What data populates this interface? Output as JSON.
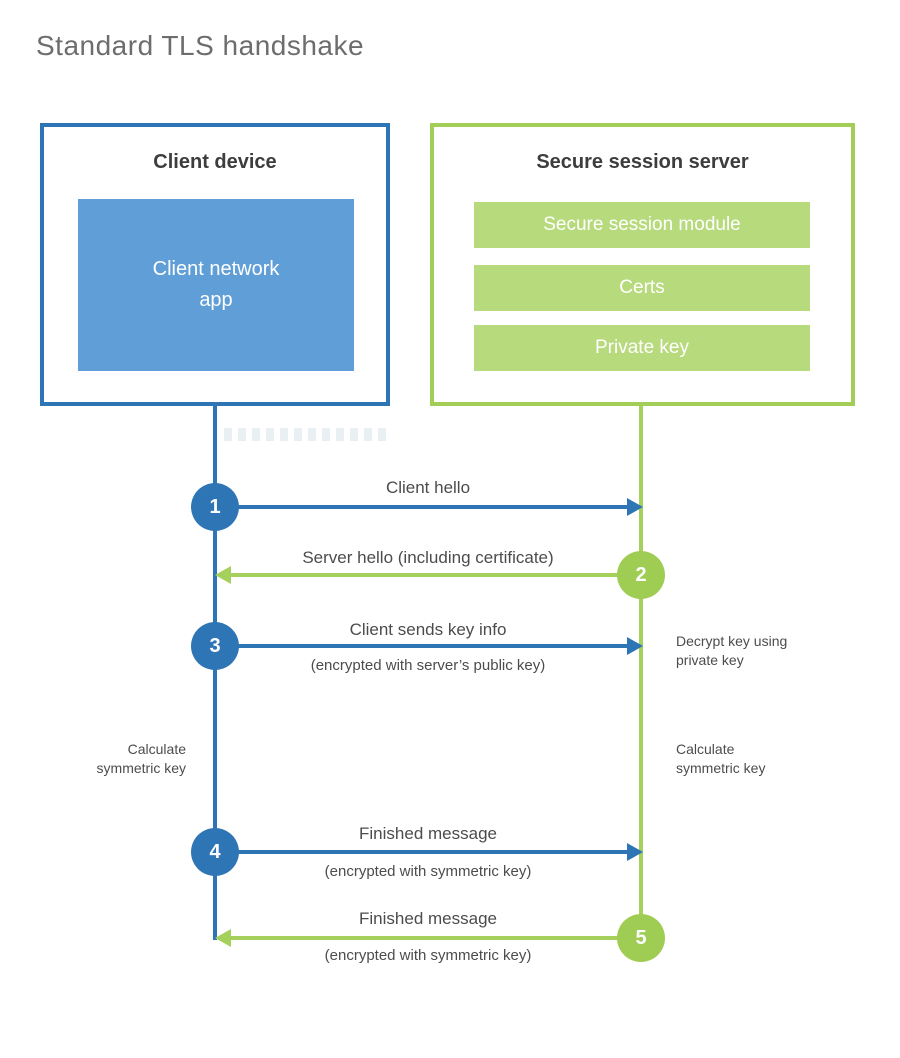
{
  "page": {
    "title": "Standard TLS handshake"
  },
  "colors": {
    "blue": "#2e75b6",
    "blue_fill": "#5f9ed6",
    "green": "#9fcc52",
    "green_line": "#a6d05c",
    "green_fill": "#b7da7c",
    "heading_text": "#3d3d3d",
    "label_text": "#4c4c4c",
    "title_text": "#6d6d6d"
  },
  "client_box": {
    "title": "Client device",
    "app_label": "Client network\napp"
  },
  "server_box": {
    "title": "Secure session server",
    "modules": [
      {
        "label": "Secure session module"
      },
      {
        "label": "Certs"
      },
      {
        "label": "Private key"
      }
    ]
  },
  "steps": [
    {
      "number": "1",
      "actor": "client",
      "direction": "right",
      "label": "Client hello",
      "sublabel": ""
    },
    {
      "number": "2",
      "actor": "server",
      "direction": "left",
      "label": "Server hello (including certificate)",
      "sublabel": ""
    },
    {
      "number": "3",
      "actor": "client",
      "direction": "right",
      "label": "Client sends key info",
      "sublabel": "(encrypted with server’s public key)"
    },
    {
      "number": "4",
      "actor": "client",
      "direction": "right",
      "label": "Finished message",
      "sublabel": "(encrypted with symmetric key)"
    },
    {
      "number": "5",
      "actor": "server",
      "direction": "left",
      "label": "Finished message",
      "sublabel": "(encrypted with symmetric key)"
    }
  ],
  "side_notes": [
    {
      "position": "right-of-server",
      "text": "Decrypt key using\nprivate key"
    },
    {
      "position": "left-of-client",
      "text": "Calculate\nsymmetric key"
    },
    {
      "position": "right-of-server",
      "text": "Calculate\nsymmetric key"
    }
  ]
}
